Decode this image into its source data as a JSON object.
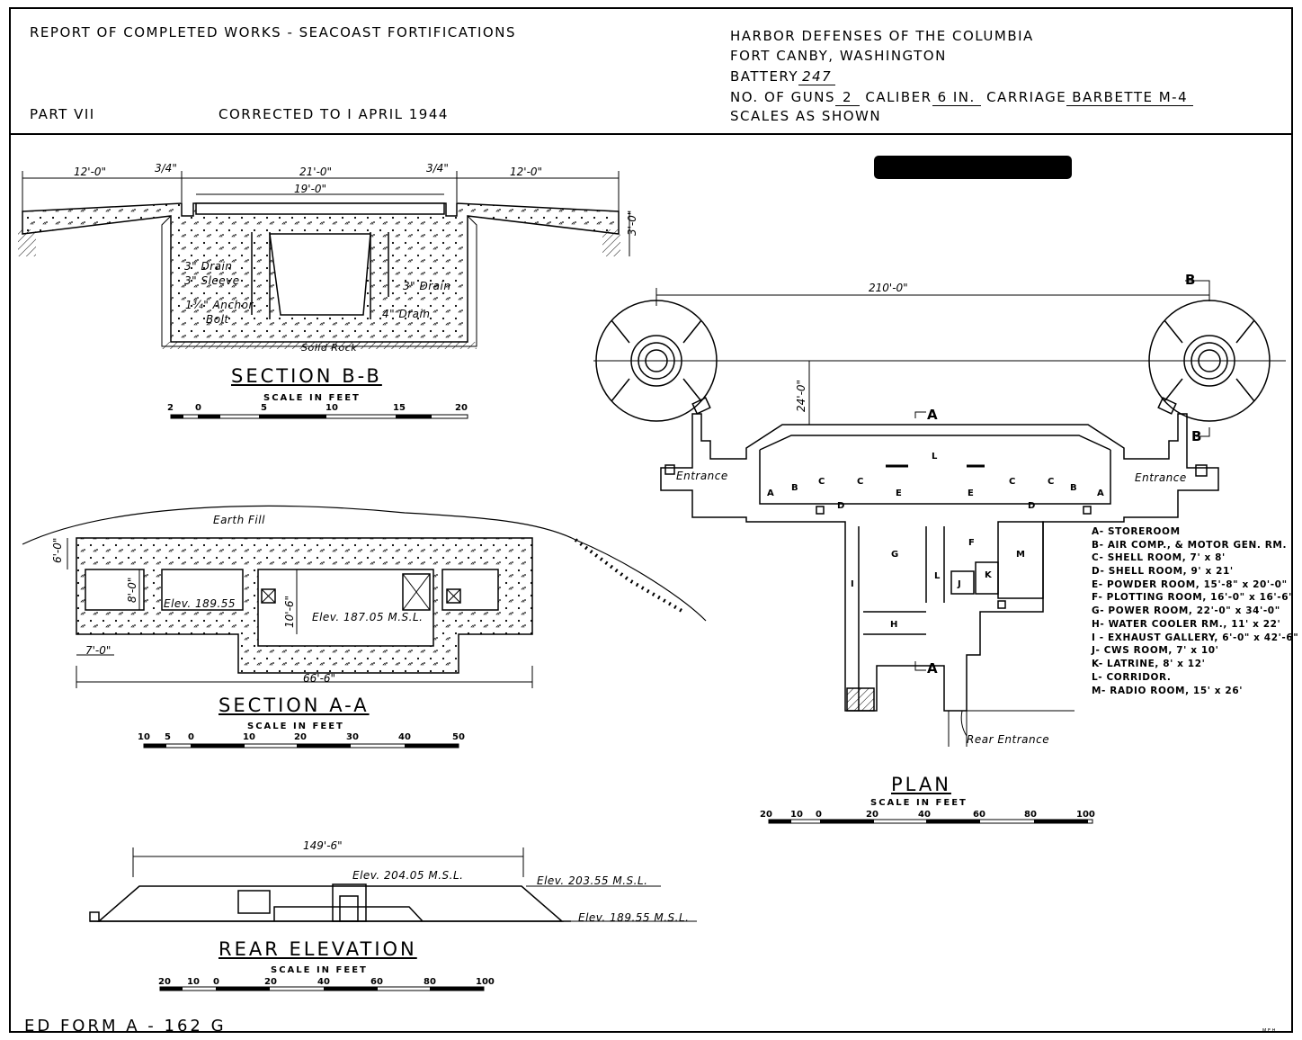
{
  "header": {
    "report": "REPORT  OF  COMPLETED  WORKS  -  SEACOAST  FORTIFICATIONS",
    "part": "PART  VII",
    "corrected": "CORRECTED  TO  I  APRIL  1944",
    "harbor": "HARBOR  DEFENSES  OF  THE  COLUMBIA",
    "fort": "FORT  CANBY,  WASHINGTON",
    "battery_label": "BATTERY",
    "battery": "247",
    "guns_label": "NO. OF  GUNS",
    "guns": "2",
    "caliber_label": "CALIBER",
    "caliber": "6 IN.",
    "carriage_label": "CARRIAGE",
    "carriage": "BARBETTE  M-4",
    "scales": "SCALES  AS  SHOWN"
  },
  "section_bb": {
    "title": "SECTION  B-B",
    "scale_caption": "SCALE  IN  FEET",
    "ticks": [
      "2",
      "0",
      "5",
      "10",
      "15",
      "20"
    ],
    "dims": {
      "left": "12'-0\"",
      "left_gap": "3/4\"",
      "mid": "21'-0\"",
      "inner": "19'-0\"",
      "right_gap": "3/4\"",
      "right": "12'-0\"",
      "height": "3'-0\""
    },
    "labels": {
      "drain3_left": "3\" Drain",
      "sleeve": "3\" Sleeve",
      "anchor": "1¾\" Anchor",
      "bolt": "Bolt",
      "drain3_right": "3\" Drain",
      "drain4": "4\" Drain",
      "rock": "Solid Rock"
    }
  },
  "section_aa": {
    "title": "SECTION  A-A",
    "scale_caption": "SCALE  IN  FEET",
    "ticks": [
      "10",
      "5",
      "0",
      "10",
      "20",
      "30",
      "40",
      "50"
    ],
    "labels": {
      "fill": "Earth Fill",
      "elev1": "Elev. 189.55",
      "elev2": "Elev. 187.05  M.S.L.",
      "d6": "6'-0\"",
      "d8": "8'-0\"",
      "d10": "10'-6\"",
      "d7": "7'-0\"",
      "d66": "66'-6\""
    }
  },
  "rear_elevation": {
    "title": "REAR   ELEVATION",
    "scale_caption": "SCALE  IN  FEET",
    "ticks": [
      "20",
      "10",
      "0",
      "20",
      "40",
      "60",
      "80",
      "100"
    ],
    "labels": {
      "width": "149'-6\"",
      "e204": "Elev. 204.05  M.S.L.",
      "e203": "Elev. 203.55  M.S.L.",
      "e189": "Elev. 189.55  M.S.L."
    }
  },
  "plan": {
    "title": "PLAN",
    "scale_caption": "SCALE  IN  FEET",
    "ticks": [
      "20",
      "10",
      "0",
      "20",
      "40",
      "60",
      "80",
      "100"
    ],
    "dims": {
      "span": "210'-0\"",
      "depth": "24'-0\""
    },
    "labels": {
      "b_top": "B",
      "b_right": "B",
      "a_top": "A",
      "a_bottom": "A",
      "entrance_left": "Entrance",
      "entrance_right": "Entrance",
      "rear_entrance": "Rear  Entrance"
    },
    "rooms": [
      "A",
      "B",
      "C",
      "C",
      "D",
      "E",
      "L",
      "E",
      "C",
      "C",
      "D",
      "B",
      "A",
      "G",
      "F",
      "M",
      "L",
      "J",
      "K",
      "I",
      "H"
    ],
    "legend": [
      "A- STOREROOM",
      "B- AIR COMP., & MOTOR GEN. RM.",
      "C- SHELL ROOM,  7' x 8'",
      "D- SHELL ROOM,  9' x 21'",
      "E- POWDER  ROOM,  15'-8\" x 20'-0\"",
      "F- PLOTTING  ROOM,  16'-0\" x 16'-6\"",
      "G- POWER  ROOM,  22'-0\" x 34'-0\"",
      "H- WATER  COOLER  RM.,  11' x 22'",
      "I - EXHAUST  GALLERY,  6'-0\" x 42'-6\"",
      "J- CWS  ROOM,  7' x 10'",
      "K- LATRINE,  8' x 12'",
      "L- CORRIDOR.",
      "M- RADIO  ROOM,  15' x 26'"
    ]
  },
  "footer": {
    "form": "ED  FORM   A - 162 G",
    "initials": "M.E.H."
  }
}
